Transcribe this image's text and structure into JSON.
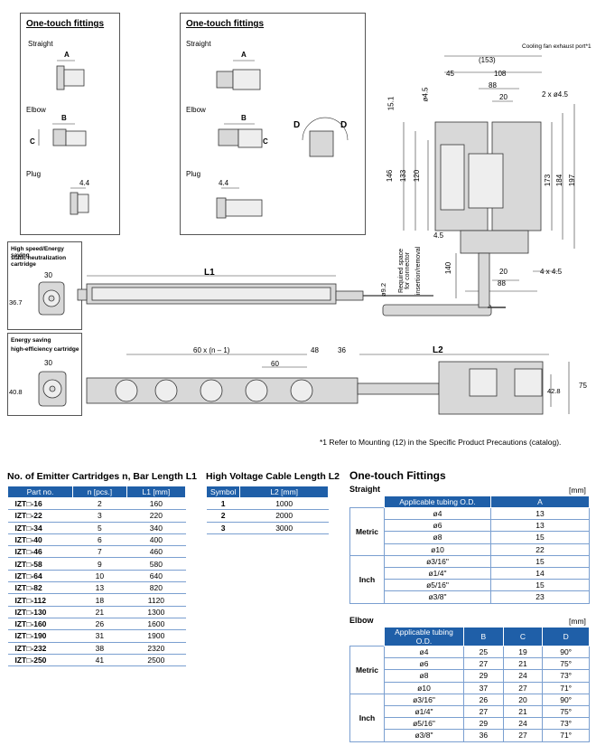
{
  "fittings_box1": {
    "title": "One-touch fittings",
    "straight": "Straight",
    "elbow": "Elbow",
    "plug": "Plug",
    "dim_a": "A",
    "dim_b": "B",
    "dim_c": "C",
    "dim_plug": "4.4"
  },
  "fittings_box2": {
    "title": "One-touch fittings",
    "straight": "Straight",
    "elbow": "Elbow",
    "plug": "Plug",
    "dim_a": "A",
    "dim_b": "B",
    "dim_c": "C",
    "dim_d1": "D",
    "dim_d2": "D",
    "dim_plug": "4.4"
  },
  "cartridge_boxes": {
    "high_speed_line1": "High speed/Energy saving",
    "high_speed_line2": "static neutralization cartridge",
    "high_speed_w": "30",
    "high_speed_h": "36.7",
    "energy_line1": "Energy saving",
    "energy_line2": "high-efficiency cartridge",
    "energy_w": "30",
    "energy_h": "40.8"
  },
  "side_view": {
    "l1": "L1",
    "dia": "ø9.2",
    "pitch_formula": "60 x (n – 1)",
    "pitch": "60",
    "d48": "48",
    "d36": "36",
    "l2": "L2",
    "d75": "75",
    "d42_8": "42.8"
  },
  "controller": {
    "cooling_note": "Cooling fan exhaust port*1",
    "d153": "(153)",
    "d45": "45",
    "d108": "108",
    "d88": "88",
    "d20": "20",
    "d2x45": "2 x ø4.5",
    "d4_5dia": "ø4.5",
    "d15_1": "15.1",
    "d146": "146",
    "d133": "133",
    "d120": "120",
    "d173": "173",
    "d184": "184",
    "d197": "197",
    "d4_5": "4.5",
    "required_space_1": "Required space",
    "required_space_2": "for connector",
    "required_space_3": "insertion/removal",
    "d140": "140",
    "d20b": "20",
    "d4x45": "4 x 4.5",
    "d88b": "88"
  },
  "footnote": "*1  Refer to Mounting (12) in the Specific Product Precautions (catalog).",
  "bar_table": {
    "title": "No. of Emitter Cartridges n, Bar Length L1",
    "headers": [
      "Part no.",
      "n [pcs.]",
      "L1 [mm]"
    ],
    "rows": [
      [
        "IZT□-16",
        "2",
        "160"
      ],
      [
        "IZT□-22",
        "3",
        "220"
      ],
      [
        "IZT□-34",
        "5",
        "340"
      ],
      [
        "IZT□-40",
        "6",
        "400"
      ],
      [
        "IZT□-46",
        "7",
        "460"
      ],
      [
        "IZT□-58",
        "9",
        "580"
      ],
      [
        "IZT□-64",
        "10",
        "640"
      ],
      [
        "IZT□-82",
        "13",
        "820"
      ],
      [
        "IZT□-112",
        "18",
        "1120"
      ],
      [
        "IZT□-130",
        "21",
        "1300"
      ],
      [
        "IZT□-160",
        "26",
        "1600"
      ],
      [
        "IZT□-190",
        "31",
        "1900"
      ],
      [
        "IZT□-232",
        "38",
        "2320"
      ],
      [
        "IZT□-250",
        "41",
        "2500"
      ]
    ]
  },
  "cable_table": {
    "title": "High Voltage Cable Length L2",
    "headers": [
      "Symbol",
      "L2 [mm]"
    ],
    "rows": [
      [
        "1",
        "1000"
      ],
      [
        "2",
        "2000"
      ],
      [
        "3",
        "3000"
      ]
    ]
  },
  "fittings_tables": {
    "title": "One-touch Fittings",
    "straight_label": "Straight",
    "straight_unit": "[mm]",
    "straight_headers": [
      "Applicable tubing O.D.",
      "A"
    ],
    "straight_groups": [
      {
        "name": "Metric",
        "rows": [
          [
            "ø4",
            "13"
          ],
          [
            "ø6",
            "13"
          ],
          [
            "ø8",
            "15"
          ],
          [
            "ø10",
            "22"
          ]
        ]
      },
      {
        "name": "Inch",
        "rows": [
          [
            "ø3/16\"",
            "15"
          ],
          [
            "ø1/4\"",
            "14"
          ],
          [
            "ø5/16\"",
            "15"
          ],
          [
            "ø3/8\"",
            "23"
          ]
        ]
      }
    ],
    "elbow_label": "Elbow",
    "elbow_unit": "[mm]",
    "elbow_headers": [
      "Applicable tubing O.D.",
      "B",
      "C",
      "D"
    ],
    "elbow_groups": [
      {
        "name": "Metric",
        "rows": [
          [
            "ø4",
            "25",
            "19",
            "90°"
          ],
          [
            "ø6",
            "27",
            "21",
            "75°"
          ],
          [
            "ø8",
            "29",
            "24",
            "73°"
          ],
          [
            "ø10",
            "37",
            "27",
            "71°"
          ]
        ]
      },
      {
        "name": "Inch",
        "rows": [
          [
            "ø3/16\"",
            "26",
            "20",
            "90°"
          ],
          [
            "ø1/4\"",
            "27",
            "21",
            "75°"
          ],
          [
            "ø5/16\"",
            "29",
            "24",
            "73°"
          ],
          [
            "ø3/8\"",
            "36",
            "27",
            "71°"
          ]
        ]
      }
    ]
  }
}
